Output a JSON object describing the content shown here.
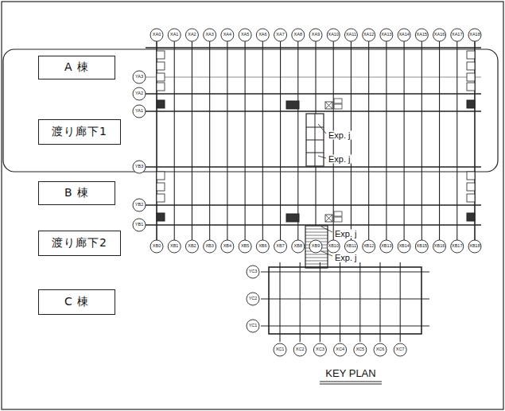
{
  "diagram": {
    "nodes": [
      {
        "text": [
          "A 棟"
        ]
      },
      {
        "text": [
          "渡り廊下1"
        ]
      },
      {
        "text": [
          "B 棟"
        ]
      },
      {
        "text": [
          "渡り廊下2"
        ]
      },
      {
        "text": [
          "C 棟"
        ]
      }
    ],
    "labels": [
      "XA0",
      "XA1",
      "XA2",
      "XA3",
      "XA4",
      "XA5",
      "XA6",
      "XA7",
      "XA8",
      "XA9",
      "XA10",
      "XA11",
      "XA12",
      "XA13",
      "XA14",
      "XA15",
      "XA16",
      "XA17",
      "XA18",
      "YA3",
      "YA2",
      "YA1",
      "Exp. j",
      "Exp. j",
      "YB3",
      "YB2",
      "YB1",
      "Exp. j",
      "Exp. j",
      "XB0",
      "XB1",
      "XB2",
      "XB3",
      "XB4",
      "XB5",
      "XB6",
      "XB7",
      "XB8",
      "XB9",
      "XB10",
      "XB11",
      "XB12",
      "XB13",
      "XB14",
      "XB15",
      "XB16",
      "XB17",
      "XB18",
      "YC3",
      "YC2",
      "YC1",
      "XC1",
      "XC2",
      "XC3",
      "XC4",
      "XC5",
      "XC6",
      "XC7",
      "KEY PLAN"
    ]
  }
}
